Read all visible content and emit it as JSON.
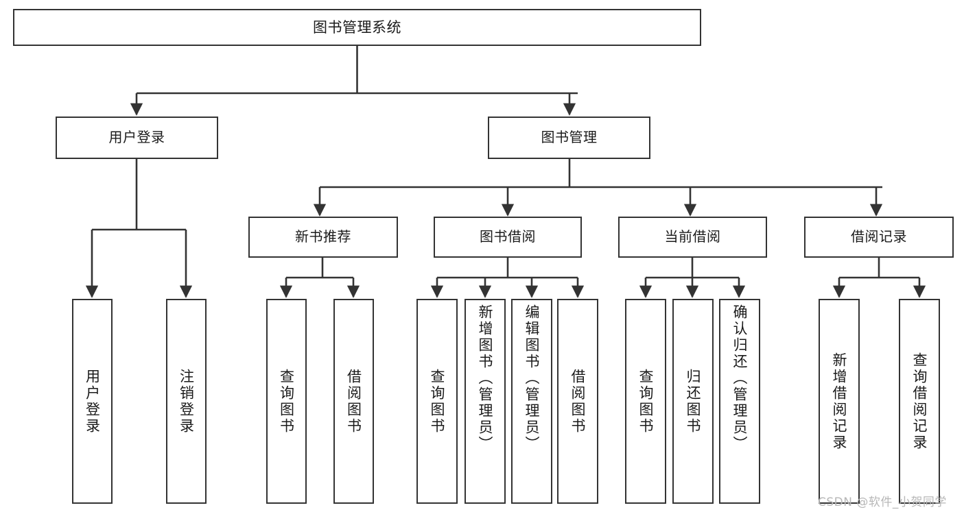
{
  "diagram": {
    "title": "图书管理系统",
    "type": "tree",
    "watermark": "CSDN @软件_小贺同学",
    "colors": {
      "box_border": "#333333",
      "box_fill": "#ffffff",
      "line": "#333333",
      "text": "#1a1a1a",
      "watermark": "#b7b7b7",
      "background": "#ffffff"
    },
    "nodes": {
      "root": {
        "label": "图书管理系统"
      },
      "level2": [
        {
          "id": "user-login",
          "label": "用户登录"
        },
        {
          "id": "book-management",
          "label": "图书管理"
        }
      ],
      "level3": [
        {
          "id": "new-book-recommend",
          "label": "新书推荐"
        },
        {
          "id": "book-borrow",
          "label": "图书借阅"
        },
        {
          "id": "current-borrow",
          "label": "当前借阅"
        },
        {
          "id": "borrow-record",
          "label": "借阅记录"
        }
      ],
      "leaves": {
        "user_login": [
          {
            "id": "leaf-user-login",
            "label": "用户登录"
          },
          {
            "id": "leaf-logout-login",
            "label": "注销登录"
          }
        ],
        "new_book_recommend": [
          {
            "id": "leaf-query-book-1",
            "label": "查询图书"
          },
          {
            "id": "leaf-borrow-book-1",
            "label": "借阅图书"
          }
        ],
        "book_borrow": [
          {
            "id": "leaf-query-book-2",
            "label": "查询图书"
          },
          {
            "id": "leaf-add-book",
            "label": "新增图书（管理员）"
          },
          {
            "id": "leaf-edit-book",
            "label": "编辑图书（管理员）"
          },
          {
            "id": "leaf-borrow-book-2",
            "label": "借阅图书"
          }
        ],
        "current_borrow": [
          {
            "id": "leaf-query-book-3",
            "label": "查询图书"
          },
          {
            "id": "leaf-return-book",
            "label": "归还图书"
          },
          {
            "id": "leaf-confirm-return",
            "label": "确认归还（管理员）"
          }
        ],
        "borrow_record": [
          {
            "id": "leaf-add-record",
            "label": "新增借阅记录"
          },
          {
            "id": "leaf-query-record",
            "label": "查询借阅记录"
          }
        ]
      }
    }
  }
}
